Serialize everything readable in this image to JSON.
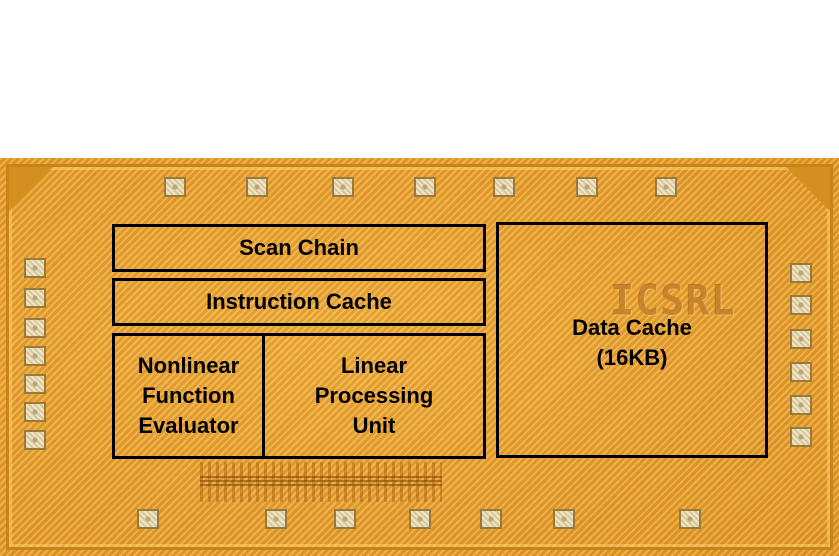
{
  "blocks": {
    "scan_chain": "Scan Chain",
    "instruction_cache": "Instruction Cache",
    "nonlinear_line1": "Nonlinear",
    "nonlinear_line2": "Function",
    "nonlinear_line3": "Evaluator",
    "linear_line1": "Linear",
    "linear_line2": "Processing",
    "linear_line3": "Unit",
    "data_cache_line1": "Data Cache",
    "data_cache_line2": "(16KB)"
  },
  "logo_text": "ICSRL",
  "colors": {
    "die": "#e8a032",
    "block_border": "#000000",
    "pad": "#e9dcb8"
  }
}
